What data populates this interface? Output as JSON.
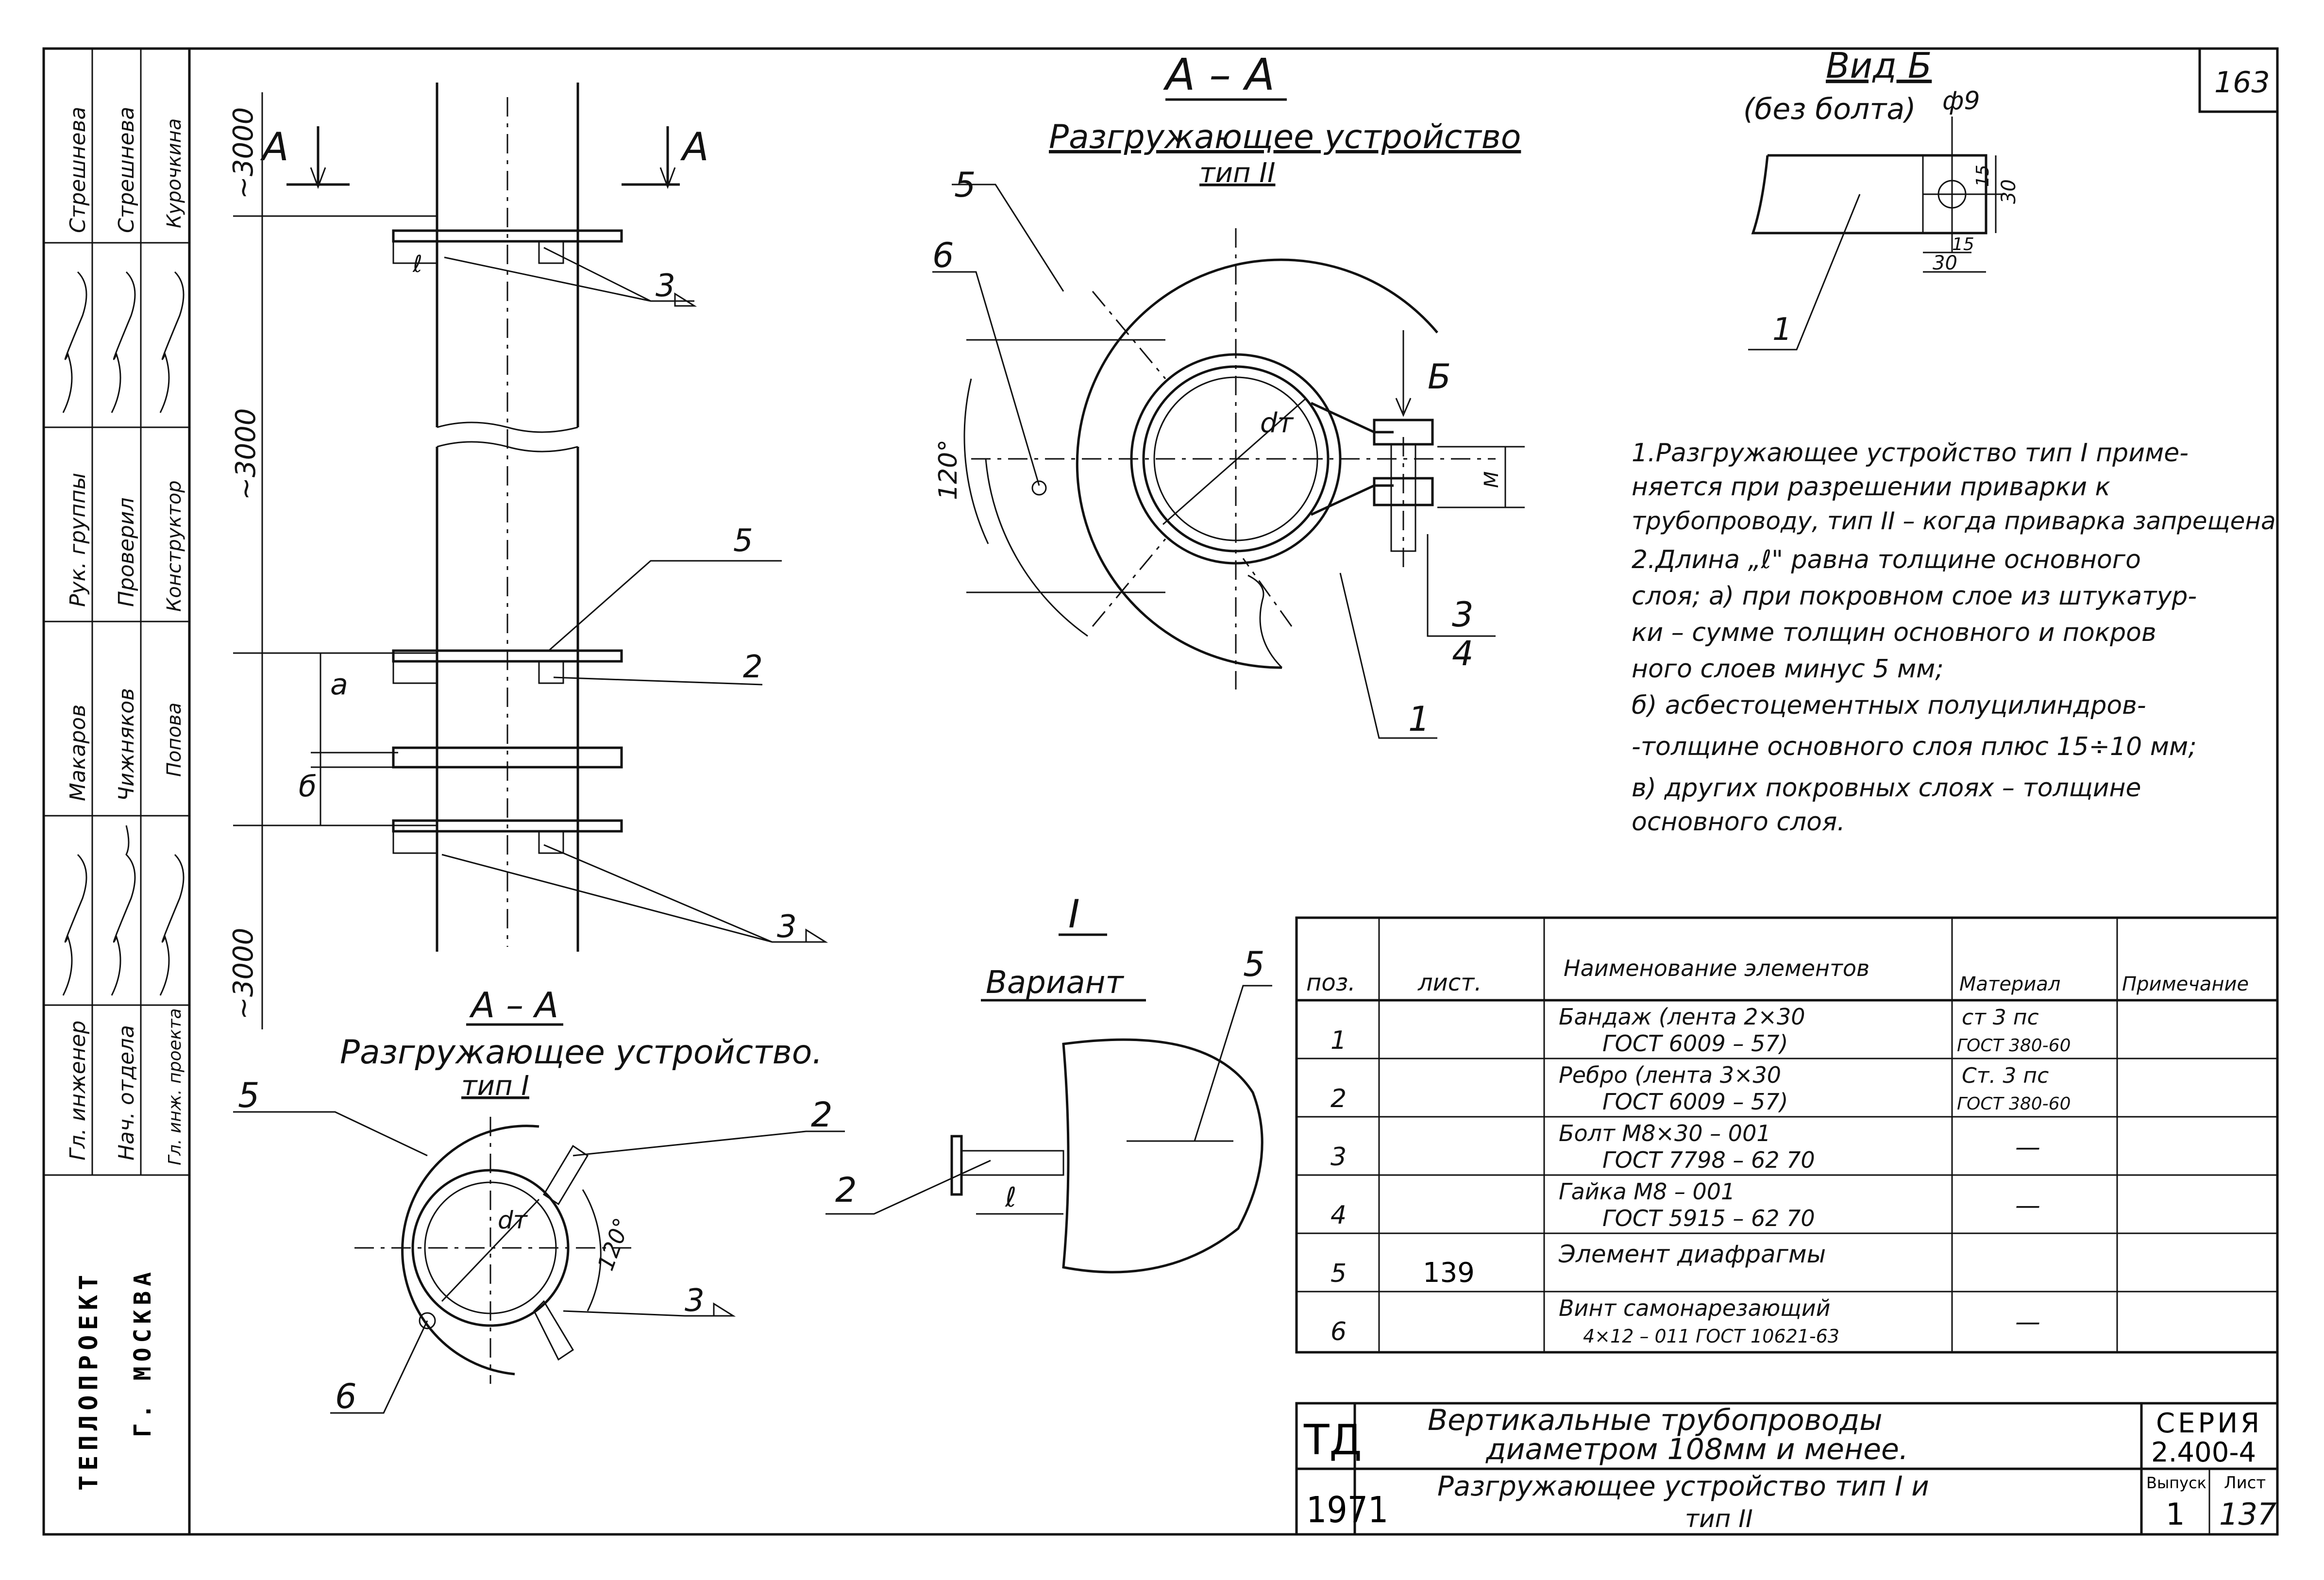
{
  "sheet_number": "163",
  "section_aa_top": {
    "title": "А – А",
    "subtitle": "Разгружающее устройство",
    "type": "тип II",
    "labels": [
      "5",
      "6",
      "1",
      "3",
      "4",
      "Б",
      "dт",
      "120°",
      "М"
    ]
  },
  "section_aa_bottom": {
    "title": "А – А",
    "subtitle": "Разгружающее устройство.",
    "type": "тип I",
    "labels": [
      "5",
      "2",
      "3",
      "6",
      "dт",
      "120°"
    ]
  },
  "view_b": {
    "title": "Вид Б",
    "note": "(без болта)",
    "hole": "ф9",
    "dims": [
      "15",
      "30",
      "15",
      "30"
    ],
    "pos": "1"
  },
  "variant": {
    "numeral": "I",
    "title": "Вариант",
    "labels": [
      "5",
      "2",
      "ℓ"
    ]
  },
  "pipe_view": {
    "section_mark": "А",
    "dims": [
      "~3000",
      "~3000",
      "~3000",
      "а",
      "б"
    ],
    "labels": [
      "3",
      "5",
      "2",
      "3",
      "ℓ"
    ]
  },
  "notes": [
    "1.Разгружающее устройство тип I приме-",
    "няется при разрешении приварки к",
    "трубопроводу, тип II – когда приварка запрещена",
    "2.Длина „ℓ\" равна толщине основного",
    "слоя; а) при покровном слое из штукатур-",
    "ки – сумме толщин основного и покров",
    "ного слоев минус 5 мм;",
    "б) асбестоцементных полуцилиндров-",
    "-толщине основного слоя плюс 15÷10 мм;",
    "в) других покровных слоях – толщине",
    "основного слоя."
  ],
  "spec_table": {
    "headers": [
      "поз.",
      "лист.",
      "Наименование элементов",
      "Материал",
      "Примечание"
    ],
    "rows": [
      {
        "pos": "1",
        "sheet": "",
        "name": [
          "Бандаж (лента 2×30",
          "ГОСТ 6009 – 57)"
        ],
        "material": [
          "ст 3 пс",
          "ГОСТ 380-60"
        ],
        "note": ""
      },
      {
        "pos": "2",
        "sheet": "",
        "name": [
          "Ребро (лента 3×30",
          "ГОСТ 6009 – 57)"
        ],
        "material": [
          "Ст. 3 пс",
          "ГОСТ 380-60"
        ],
        "note": ""
      },
      {
        "pos": "3",
        "sheet": "",
        "name": [
          "Болт М8×30 – 001",
          "ГОСТ 7798 – 62 70"
        ],
        "material": [
          "—"
        ],
        "note": ""
      },
      {
        "pos": "4",
        "sheet": "",
        "name": [
          "Гайка М8 – 001",
          "ГОСТ 5915 – 62 70"
        ],
        "material": [
          "—"
        ],
        "note": ""
      },
      {
        "pos": "5",
        "sheet": "139",
        "name": [
          "Элемент диафрагмы"
        ],
        "material": [
          ""
        ],
        "note": ""
      },
      {
        "pos": "6",
        "sheet": "",
        "name": [
          "Винт самонарезающий",
          "4×12 – 011 ГОСТ 10621-63"
        ],
        "material": [
          "—"
        ],
        "note": ""
      }
    ]
  },
  "title_block": {
    "org_code": "ТД",
    "year": "1971",
    "title_1": "Вертикальные трубопроводы",
    "title_2": "диаметром 108мм и менее.",
    "subtitle_1": "Разгружающее устройство тип I и",
    "subtitle_2": "тип II",
    "series_label": "СЕРИЯ",
    "series": "2.400-4",
    "issue_label": "Выпуск",
    "issue": "1",
    "sheet_label": "Лист",
    "sheet": "137"
  },
  "side_stamp": {
    "org_1": "ТЕПЛОПРОЕКТ",
    "org_2": "Г. МОСКВА",
    "roles": [
      "Гл. инженер",
      "Нач. отдела",
      "Гл. инж. проекта",
      "Рук. группы",
      "Проверил",
      "Конструктор"
    ],
    "names": [
      "Стрешнева",
      "Стрешнева",
      "Курочкина",
      "Макаров",
      "Чижняков",
      "Попова"
    ]
  }
}
